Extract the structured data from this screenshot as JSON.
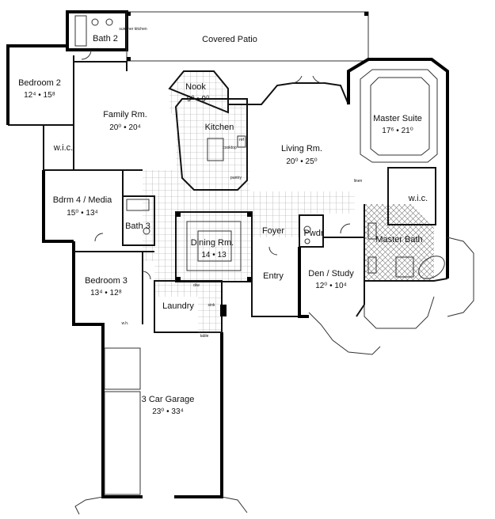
{
  "rooms": {
    "bath2": {
      "name": "Bath 2"
    },
    "patio": {
      "name": "Covered Patio"
    },
    "bedroom2": {
      "name": "Bedroom 2",
      "dims": "12⁴ • 15⁸"
    },
    "family": {
      "name": "Family Rm.",
      "dims": "20⁰ • 20⁴"
    },
    "nook": {
      "name": "Nook",
      "dims": "9⁰ • 9⁰"
    },
    "kitchen": {
      "name": "Kitchen"
    },
    "living": {
      "name": "Living Rm.",
      "dims": "20⁰ • 25⁰"
    },
    "master": {
      "name": "Master Suite",
      "dims": "17⁶ • 21⁰"
    },
    "wic_left": {
      "name": "w.i.c."
    },
    "wic_right": {
      "name": "w.i.c."
    },
    "bdrm4": {
      "name": "Bdrm 4 / Media",
      "dims": "15⁰ • 13⁴"
    },
    "bath3": {
      "name": "Bath 3"
    },
    "dining": {
      "name": "Dining Rm.",
      "dims": "14 • 13"
    },
    "foyer": {
      "name": "Foyer"
    },
    "pwdr": {
      "name": "Pwdr"
    },
    "masterbath": {
      "name": "Master Bath"
    },
    "entry": {
      "name": "Entry"
    },
    "den": {
      "name": "Den / Study",
      "dims": "12⁰ • 10⁴"
    },
    "bedroom3": {
      "name": "Bedroom 3",
      "dims": "13⁴ • 12⁸"
    },
    "laundry": {
      "name": "Laundry"
    },
    "garage": {
      "name": "3 Car Garage",
      "dims": "23⁰ • 33⁴"
    }
  },
  "fixtures": {
    "summer_kitchen": "summer kitchen",
    "cooktop": "cooktop",
    "ref": "ref",
    "pantry": "pantry",
    "table": "table",
    "linen": "linen",
    "sink": "sink",
    "wh": "w.h.",
    "dw": "d/w"
  }
}
